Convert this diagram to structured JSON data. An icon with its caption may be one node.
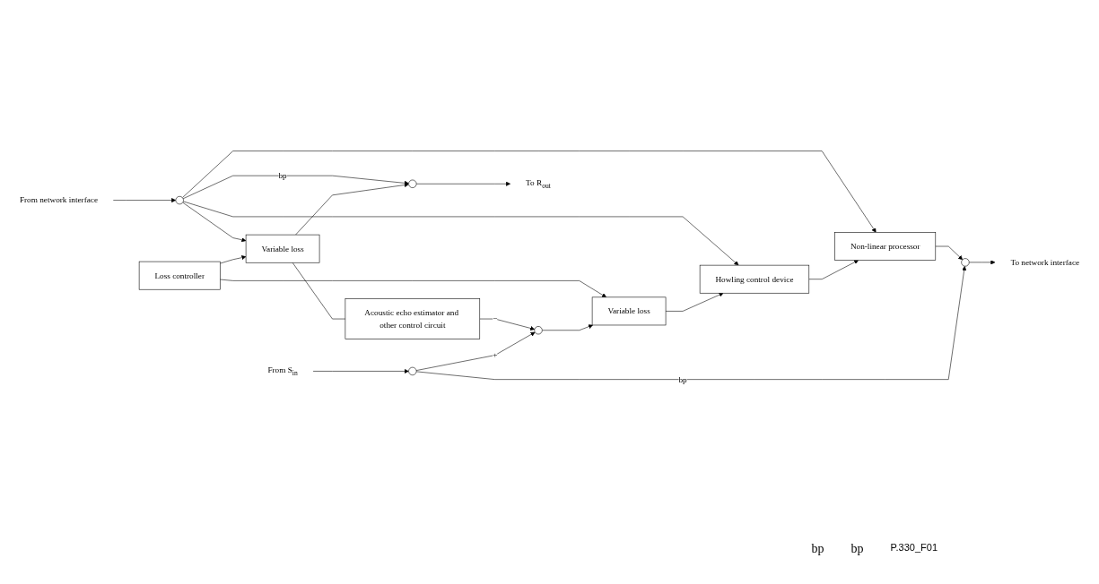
{
  "diagram": {
    "nodes": [
      {
        "text": [
          "From S$_{in}$"
        ]
      },
      {
        "text": [],
        "shape": "circle"
      },
      {
        "text": [],
        "shape": "circle"
      },
      {
        "text": [
          "Variable loss"
        ]
      },
      {
        "text": [
          "Howling control device"
        ]
      },
      {
        "text": [
          "Non-linear processor"
        ]
      },
      {
        "text": [],
        "shape": "circle"
      },
      {
        "text": [
          "To network interface"
        ]
      },
      {
        "text": [
          "Acoustic echo estimator and other control circuit"
        ]
      },
      {
        "text": [
          "Loss controller"
        ]
      },
      {
        "text": [
          "From network interface"
        ]
      },
      {
        "text": [],
        "shape": "circle"
      },
      {
        "text": [
          "Variable loss"
        ]
      },
      {
        "text": [],
        "shape": "circle"
      },
      {
        "text": [
          "To R$_{out}$"
        ]
      }
    ],
    "edges": [
      {
        "from": 0,
        "to": 1,
        "arrow": "to"
      },
      {
        "from": 1,
        "to": 2,
        "arrow": "to",
        "label": "+"
      },
      {
        "from": 1,
        "to": 6,
        "arrow": "to",
        "label": "bp"
      },
      {
        "from": 2,
        "to": 3,
        "arrow": "to"
      },
      {
        "from": 3,
        "to": 4,
        "arrow": "to"
      },
      {
        "from": 4,
        "to": 5,
        "arrow": "to"
      },
      {
        "from": 5,
        "to": 6,
        "arrow": "to"
      },
      {
        "from": 6,
        "to": 7,
        "arrow": "to"
      },
      {
        "from": 8,
        "to": 2,
        "arrow": "to",
        "label": "−"
      },
      {
        "from": 9,
        "to": 3,
        "arrow": "to"
      },
      {
        "from": 9,
        "to": 12,
        "arrow": "to"
      },
      {
        "from": 10,
        "to": 11,
        "arrow": "to"
      },
      {
        "from": 11,
        "to": 12,
        "arrow": "to"
      },
      {
        "from": 11,
        "to": 4,
        "arrow": "to"
      },
      {
        "from": 11,
        "to": 5,
        "arrow": "to"
      },
      {
        "from": 12,
        "to": 13,
        "arrow": "to"
      },
      {
        "from": 12,
        "to": 8,
        "arrow": "none"
      },
      {
        "from": 13,
        "to": 14,
        "arrow": "to"
      },
      {
        "from": 11,
        "to": 13,
        "arrow": "to",
        "label": "bp"
      }
    ],
    "labels": [
      "bp",
      "bp",
      "P.330_F01"
    ]
  }
}
